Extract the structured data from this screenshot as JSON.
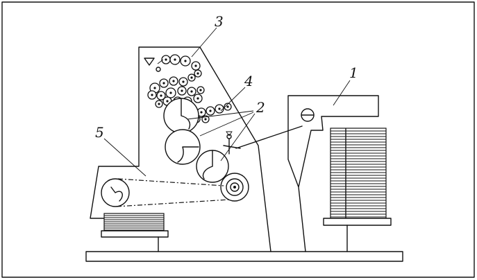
{
  "labels": {
    "feeder": "1",
    "cylinders": "2",
    "inking_unit": "3",
    "dampening_unit": "4",
    "delivery": "5"
  }
}
